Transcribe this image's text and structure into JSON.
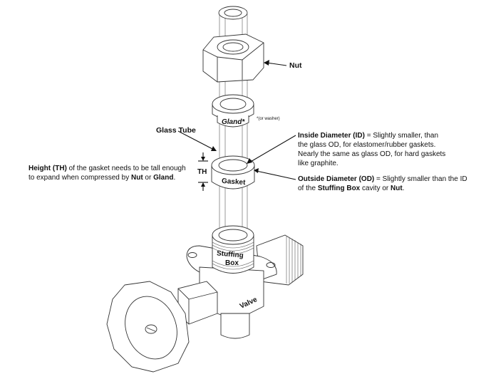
{
  "labels": {
    "nut": "Nut",
    "glass_tube": "Glass Tube",
    "gland": "Gland*",
    "gland_note": "*(or washer)",
    "th": "TH",
    "gasket": "Gasket",
    "stuffing": "Stuffing",
    "box": "Box",
    "valve": "Valve"
  },
  "annotations": {
    "inside_diameter": {
      "term": "Inside Diameter (ID)",
      "line1_rest": " = Slightly smaller, than",
      "line2": "the glass OD, for elastomer/rubber gaskets.",
      "line3": "Nearly the same as glass OD, for hard gaskets",
      "line4": "like graphite."
    },
    "outside_diameter": {
      "term": "Outside Diameter (OD)",
      "line1_rest": " = Slightly smaller than the ID",
      "line2_pre": "of the ",
      "line2_bold1": "Stuffing Box",
      "line2_mid": " cavity or ",
      "line2_bold2": "Nut",
      "line2_end": "."
    },
    "height": {
      "term": "Height (TH)",
      "line1_rest": " of the gasket needs to be tall enough",
      "line2_pre": " to expand when compressed by ",
      "line2_bold1": "Nut",
      "line2_mid": " or ",
      "line2_bold2": "Gland",
      "line2_end": "."
    }
  }
}
